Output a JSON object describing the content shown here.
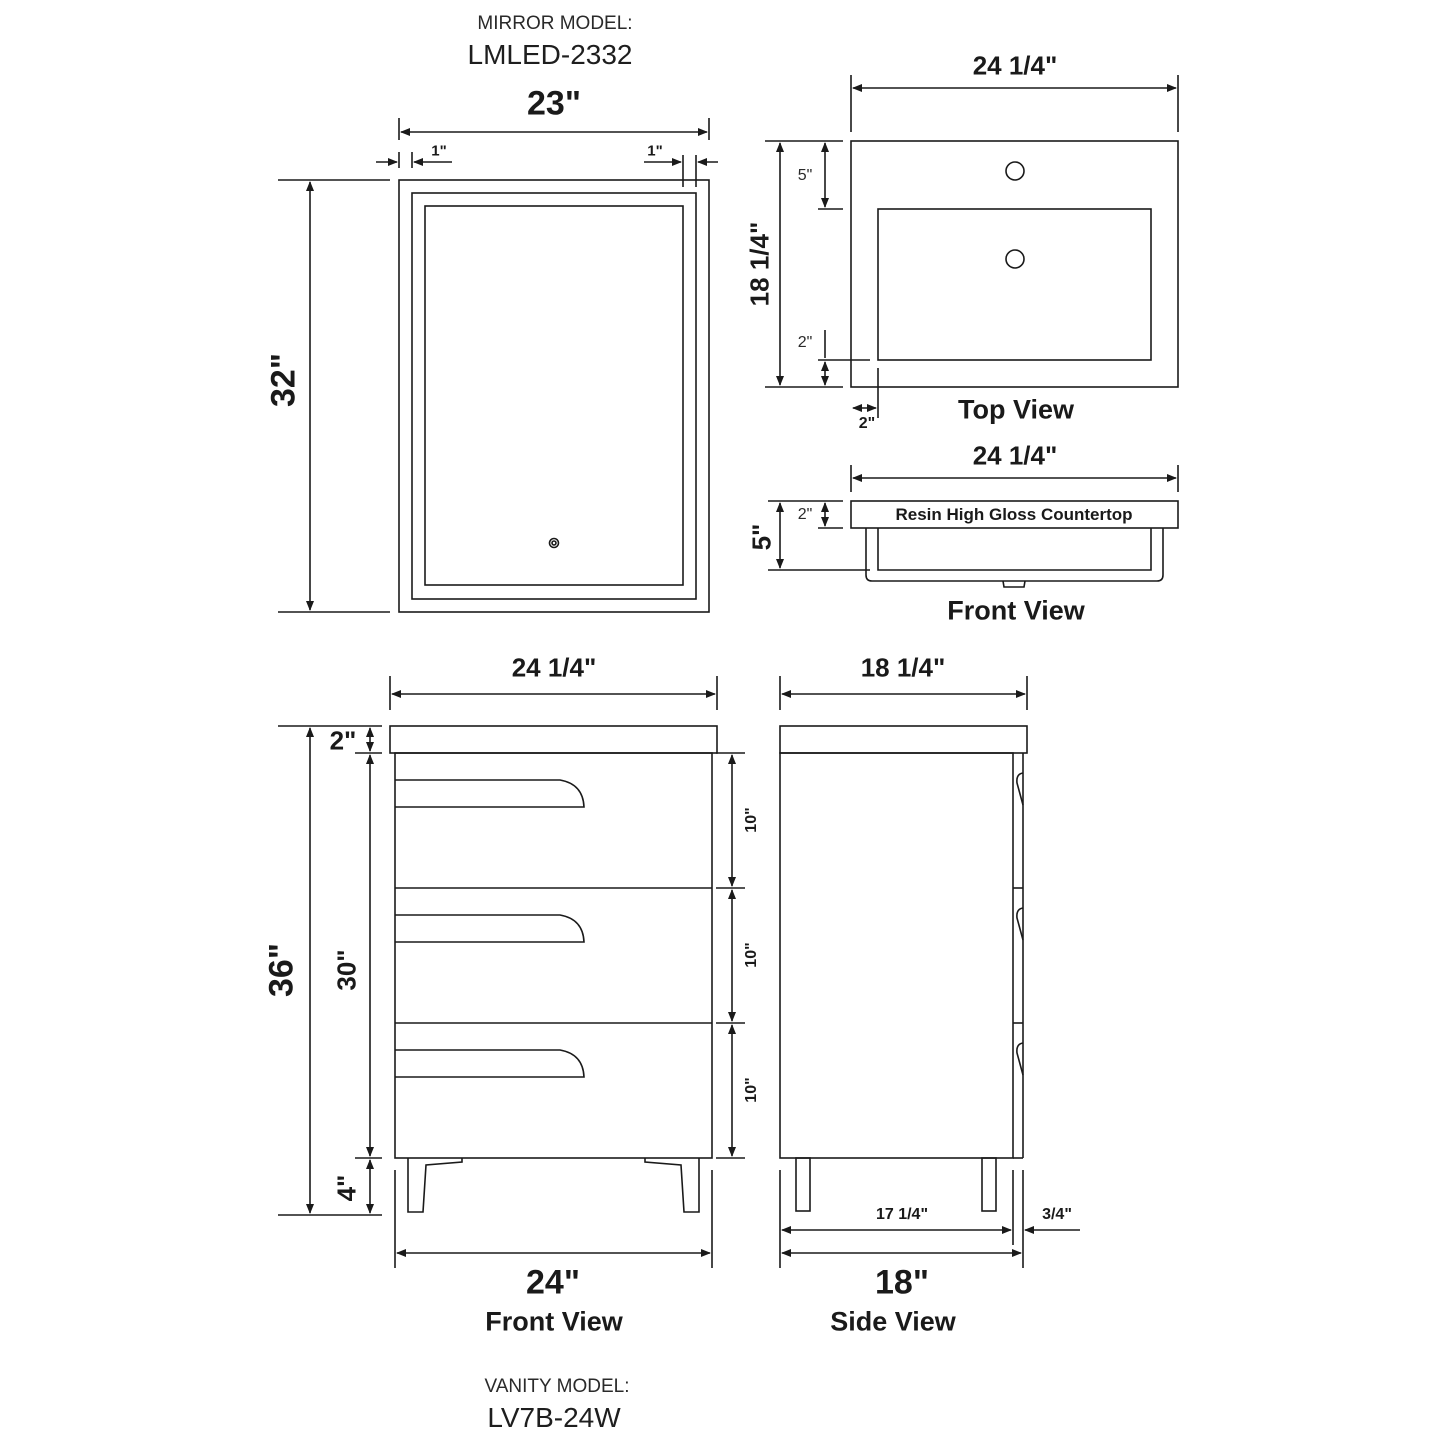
{
  "mirror": {
    "caption": "MIRROR MODEL:",
    "model": "LMLED-2332",
    "width_label": "23\"",
    "height_label": "32\"",
    "border_left_label": "1\"",
    "border_right_label": "1\"",
    "sensor_icon": "touch-sensor-icon"
  },
  "sink_top_view": {
    "title": "Top View",
    "width_label": "24 1/4\"",
    "depth_label": "18 1/4\"",
    "back_offset_label": "5\"",
    "front_offset_label": "2\"",
    "side_offset_label": "2\""
  },
  "sink_front_view": {
    "title": "Front View",
    "width_label": "24 1/4\"",
    "total_height_label": "5\"",
    "countertop_height_label": "2\"",
    "countertop_name": "Resin High Gloss Countertop"
  },
  "vanity_front_view": {
    "title": "Front View",
    "top_width_label": "24 1/4\"",
    "body_width_label": "24\"",
    "total_height_label": "36\"",
    "top_thickness_label": "2\"",
    "cabinet_height_label": "30\"",
    "leg_height_label": "4\"",
    "drawer_heights": [
      "10\"",
      "10\"",
      "10\""
    ]
  },
  "vanity_side_view": {
    "title": "Side View",
    "top_depth_label": "18 1/4\"",
    "body_depth_label": "18\"",
    "cabinet_depth_label": "17 1/4\"",
    "front_thickness_label": "3/4\""
  },
  "vanity": {
    "caption": "VANITY MODEL:",
    "model": "LV7B-24W"
  }
}
